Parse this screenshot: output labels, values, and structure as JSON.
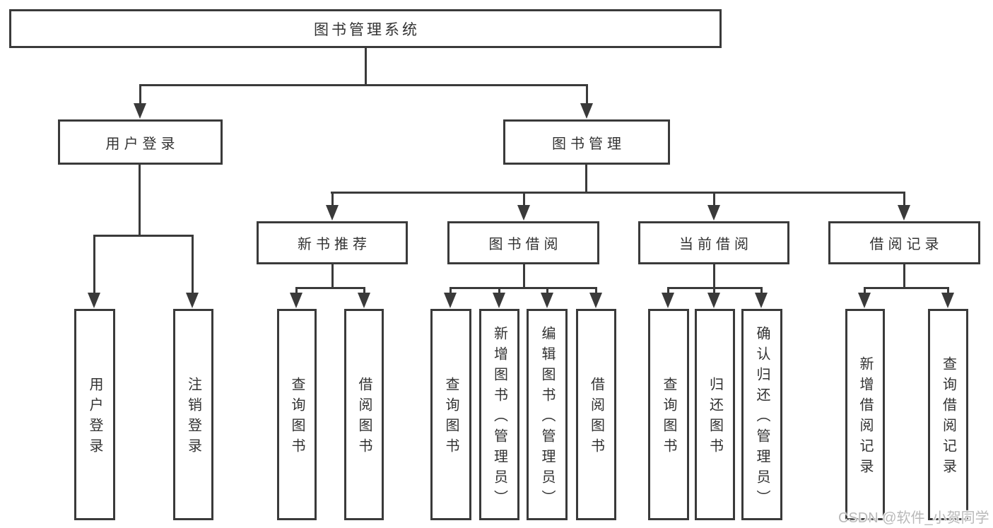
{
  "title": "图书管理系统",
  "level1": [
    "用户登录",
    "图书管理"
  ],
  "level2": [
    "新书推荐",
    "图书借阅",
    "当前借阅",
    "借阅记录"
  ],
  "leaves_login": [
    "用户登录",
    "注销登录"
  ],
  "leaves_newbook": [
    "查询图书",
    "借阅图书"
  ],
  "leaves_borrow": [
    "查询图书",
    "新增图书（管理员）",
    "编辑图书（管理员）",
    "借阅图书"
  ],
  "leaves_current": [
    "查询图书",
    "归还图书",
    "确认归还（管理员）"
  ],
  "leaves_records": [
    "新增借阅记录",
    "查询借阅记录"
  ],
  "watermark": "CSDN @软件_小贺同学",
  "colors": {
    "line": "#3a3a3a",
    "text": "#323232",
    "watermark": "#b9b9b9",
    "bg": "#ffffff"
  }
}
